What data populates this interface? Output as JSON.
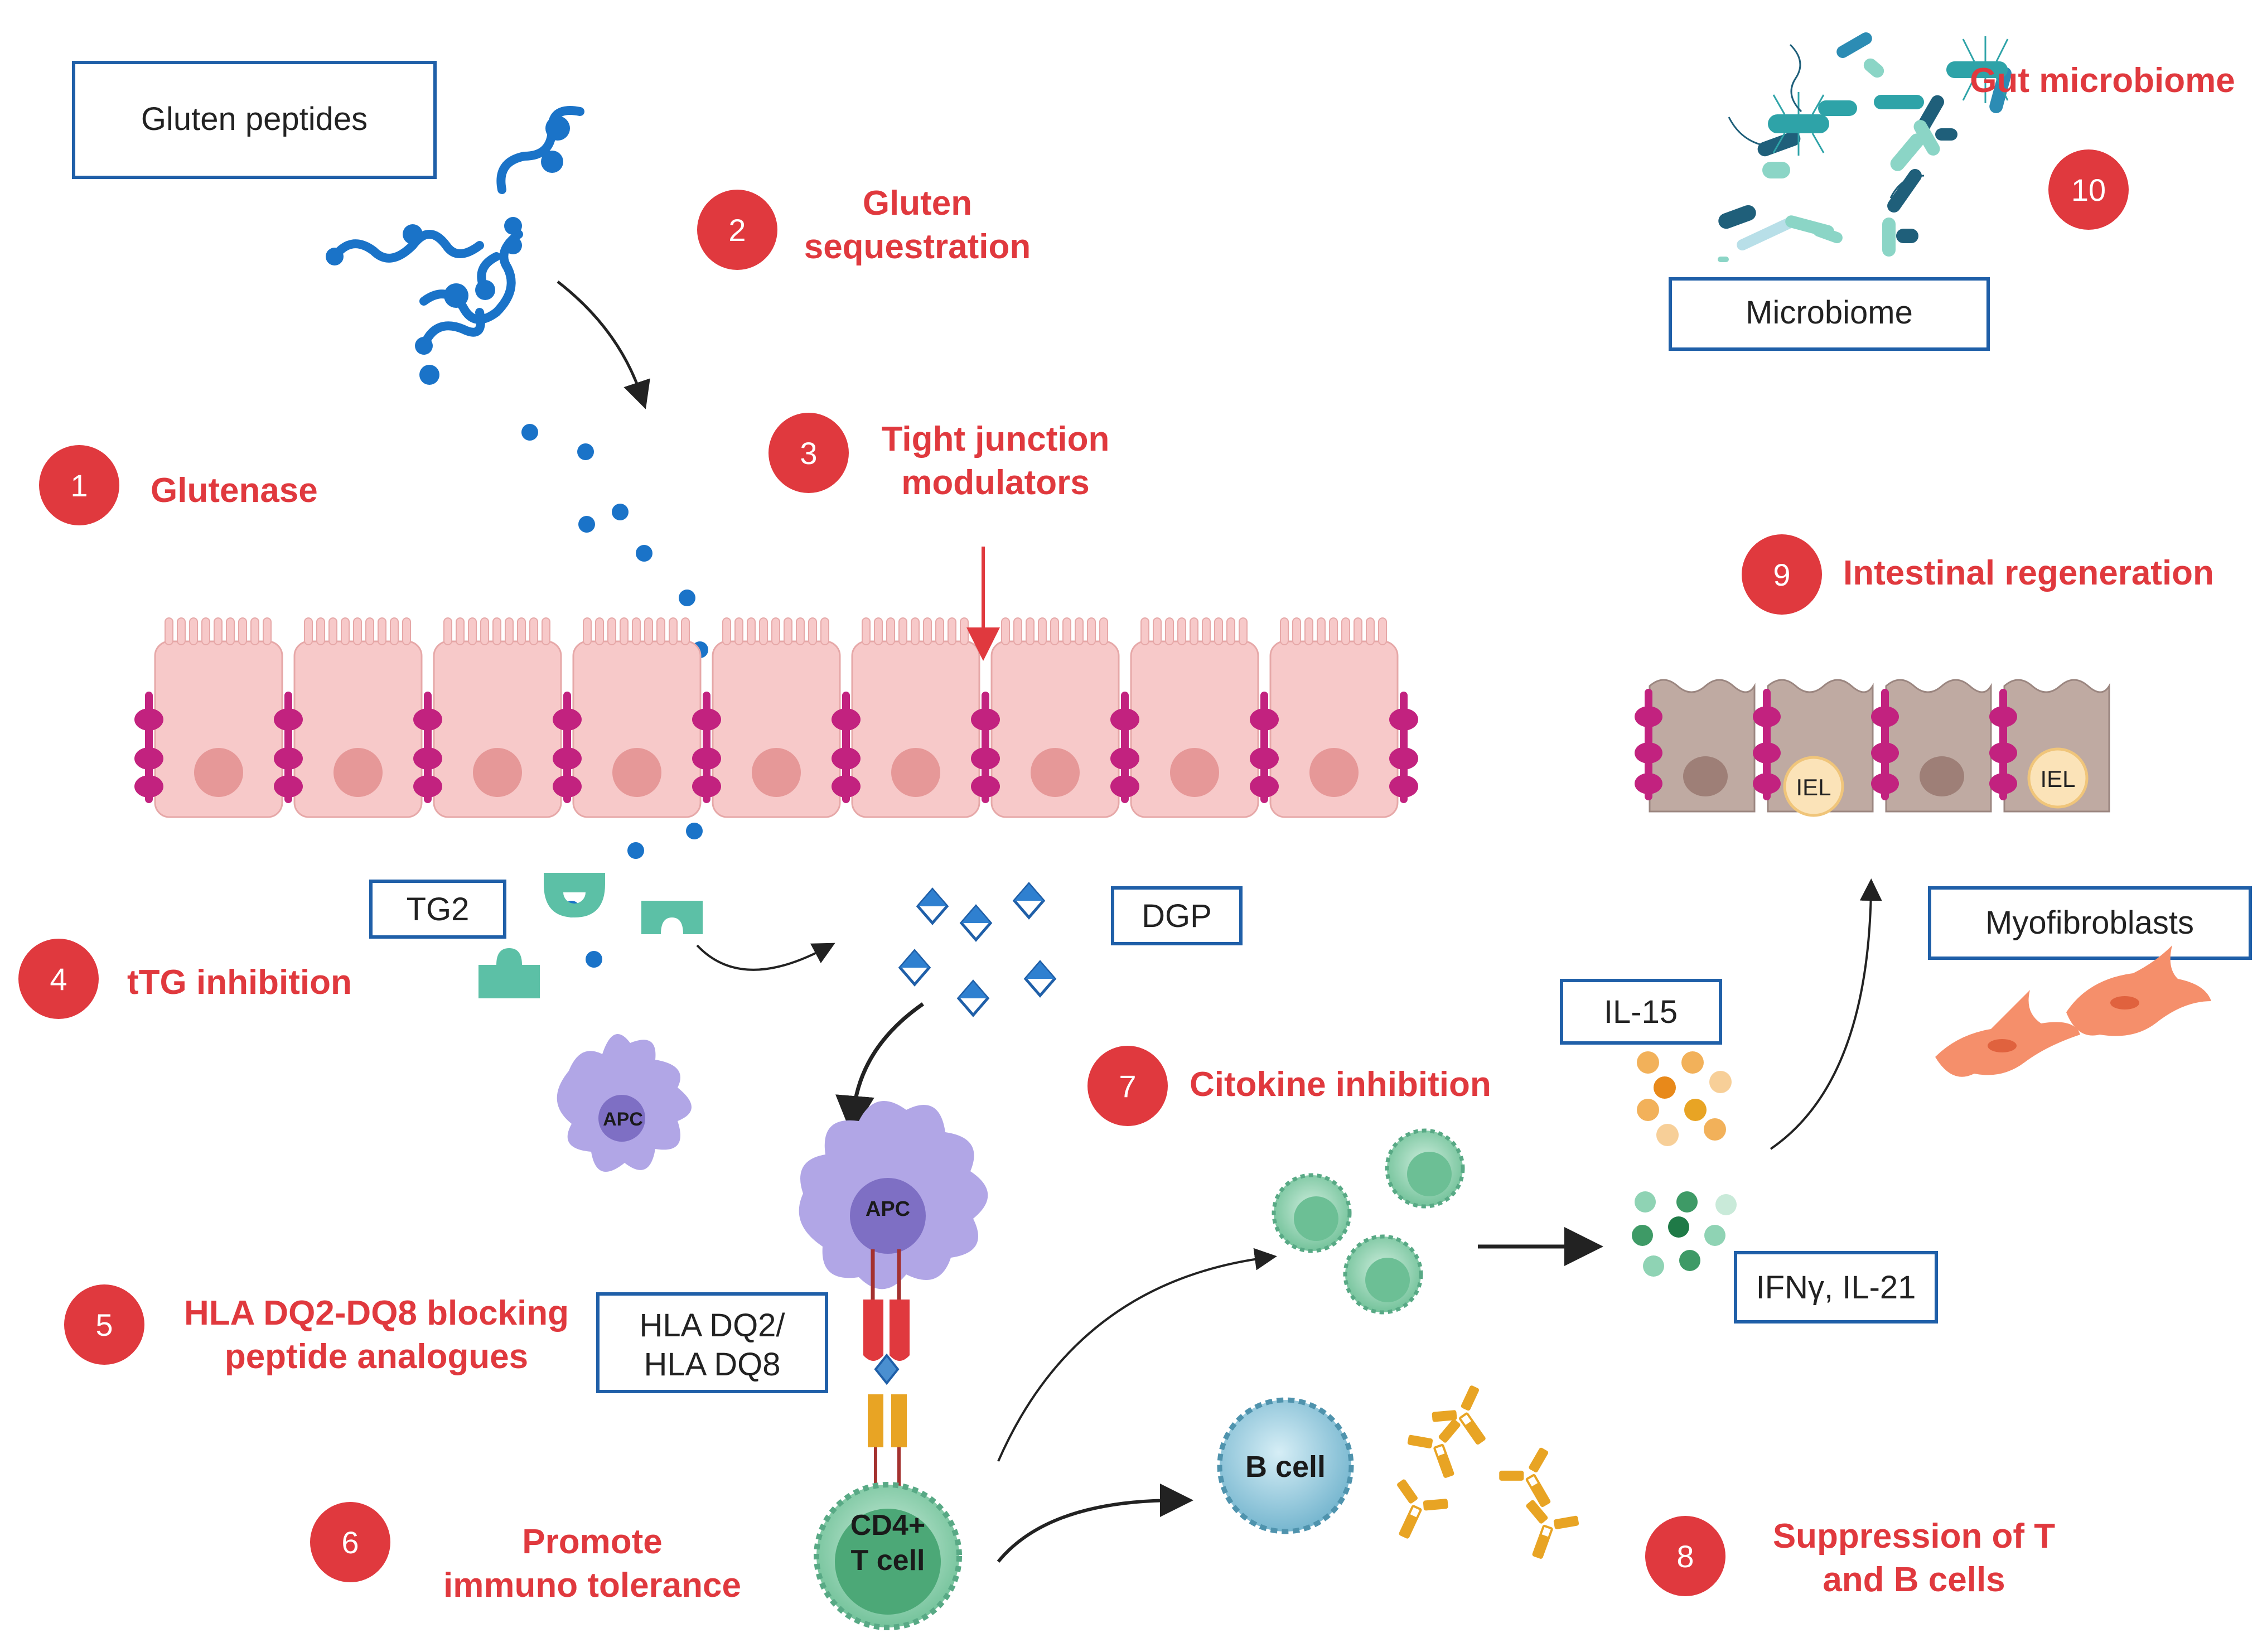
{
  "colors": {
    "step_red": "#e0393e",
    "box_border": "#1f5fa8",
    "gluten_blue": "#1a73c8",
    "epithelium_pink": "#f7c9c9",
    "junction_magenta": "#c2227f",
    "tg2_teal": "#5cc0a6",
    "apc_lavender": "#a89be0",
    "tcell_green": "#8fd3b4",
    "bcell_blue": "#8cc7dc",
    "antibody_orange": "#e8a424",
    "myofibroblast_salmon": "#f58f6b",
    "regen_cell_taupe": "#bfaaa2"
  },
  "boxes": {
    "gluten_peptides": "Gluten peptides",
    "microbiome": "Microbiome",
    "tg2": "TG2",
    "dgp": "DGP",
    "myofibroblasts": "Myofibroblasts",
    "il15": "IL-15",
    "ifn_il21": "IFNγ, IL-21",
    "hla_line1": "HLA DQ2/",
    "hla_line2": "HLA DQ8"
  },
  "steps": {
    "s1": {
      "num": "1",
      "line1": "Glutenase"
    },
    "s2": {
      "num": "2",
      "line1": "Gluten",
      "line2": "sequestration"
    },
    "s3": {
      "num": "3",
      "line1": "Tight junction",
      "line2": "modulators"
    },
    "s4": {
      "num": "4",
      "line1": "tTG inhibition"
    },
    "s5": {
      "num": "5",
      "line1": "HLA DQ2-DQ8 blocking",
      "line2": "peptide analogues"
    },
    "s6": {
      "num": "6",
      "line1": "Promote",
      "line2": "immuno tolerance"
    },
    "s7": {
      "num": "7",
      "line1": "Citokine inhibition"
    },
    "s8": {
      "num": "8",
      "line1": "Suppression of T",
      "line2": "and B cells"
    },
    "s9": {
      "num": "9",
      "line1": "Intestinal regeneration"
    },
    "s10": {
      "num": "10",
      "line1": "Gut microbiome"
    }
  },
  "cells": {
    "apc_small": "APC",
    "apc_large": "APC",
    "tcell_line1": "CD4+",
    "tcell_line2": "T cell",
    "bcell": "B cell",
    "iel_1": "IEL",
    "iel_2": "IEL"
  },
  "icons": {
    "gluten": "gluten-peptide-chain-icon",
    "microbes": "bacteria-cluster-icon",
    "tg2": "tg2-enzyme-icon",
    "dgp": "deamidated-peptide-diamond-icon",
    "antibody": "antibody-y-icon",
    "cytokine": "cytokine-dot-cluster-icon",
    "myofibroblast": "myofibroblast-cell-icon"
  }
}
